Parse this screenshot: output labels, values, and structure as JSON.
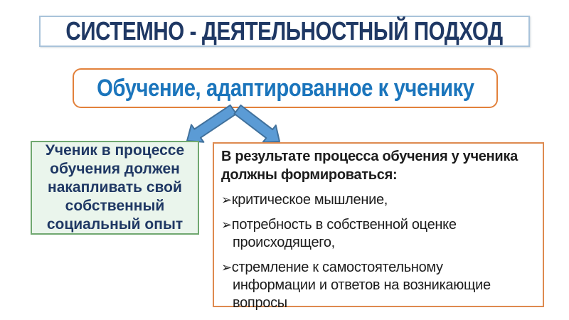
{
  "title": {
    "text": "СИСТЕМНО - ДЕЯТЕЛЬНОСТНЫЙ ПОДХОД"
  },
  "subtitle_box": {
    "text": "Обучение, адаптированное к ученику"
  },
  "left_box": {
    "lines": [
      "Ученик в процессе",
      "обучения должен",
      "накапливать свой",
      "собственный",
      "социальный опыт"
    ]
  },
  "right_box": {
    "header": "В результате процесса обучения у ученика\nдолжны формироваться:",
    "bullet_char": "➢",
    "bullets": [
      "критическое мышление,",
      "потребность в собственной оценке\nпроисходящего,",
      "стремление к самостоятельному\nинформации и ответов на возникающие\nвопросы"
    ]
  },
  "colors": {
    "title_border": "#A9C3DA",
    "title_text": "#1F3864",
    "orange_border": "#E2813B",
    "right_box_border": "#DE8A4F",
    "blue_text": "#1B75BC",
    "green_border": "#70A870",
    "green_bg": "#EAF5EC",
    "navy_text": "#1F3864",
    "arrow_fill": "#5B9BD5",
    "arrow_stroke": "#41719C",
    "body_text": "#1C1C1C"
  }
}
